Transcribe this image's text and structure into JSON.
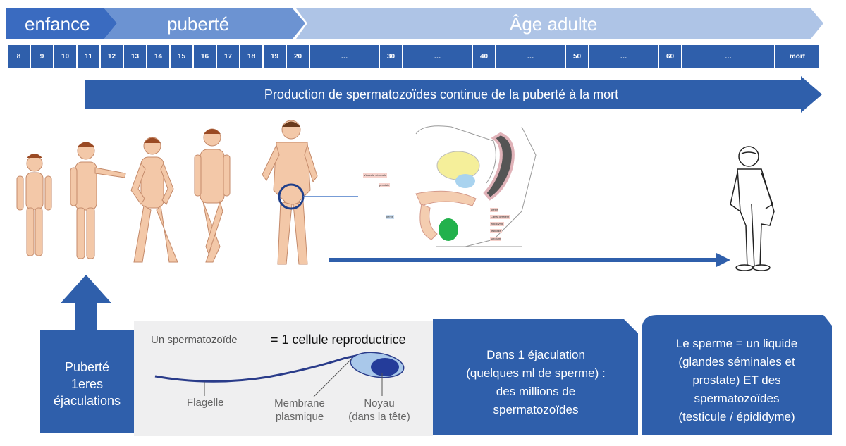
{
  "timeline": {
    "stages": [
      "enfance",
      "puberté",
      "Âge adulte"
    ],
    "ages": [
      "8",
      "9",
      "10",
      "11",
      "12",
      "13",
      "14",
      "15",
      "16",
      "17",
      "18",
      "19",
      "20",
      "…",
      "30",
      "…",
      "40",
      "…",
      "50",
      "…",
      "60",
      "…",
      "mort"
    ]
  },
  "banner": {
    "text": "Production de spermatozoïdes continue de la puberté à la mort"
  },
  "anatomy": {
    "labels": [
      "Vésicule séminale",
      "prostate",
      "pénis",
      "urètre",
      "Canal déférent",
      "épididyme",
      "testicule",
      "scrotum"
    ]
  },
  "puberty_box": {
    "lines": [
      "Puberté",
      "1eres",
      "éjaculations"
    ]
  },
  "sperm_panel": {
    "title": "Un spermatozoïde",
    "definition": "= 1 cellule reproductrice",
    "flagelle": "Flagelle",
    "membrane": [
      "Membrane",
      "plasmique"
    ],
    "noyau": [
      "Noyau",
      "(dans la tête)"
    ]
  },
  "ejaculation_box": {
    "lines": [
      "Dans 1 éjaculation",
      "(quelques ml de sperme) :",
      "des millions de",
      "spermatozoïdes"
    ]
  },
  "sperme_box": {
    "lines": [
      "Le sperme = un liquide",
      "(glandes séminales et",
      "prostate) ET des",
      "spermatozoïdes",
      "(testicule / épididyme)"
    ]
  },
  "colors": {
    "dark_blue": "#2f5fab",
    "mid_blue": "#4a7cc9",
    "light_blue": "#aec4e6",
    "skin": "#f3c8a8"
  }
}
